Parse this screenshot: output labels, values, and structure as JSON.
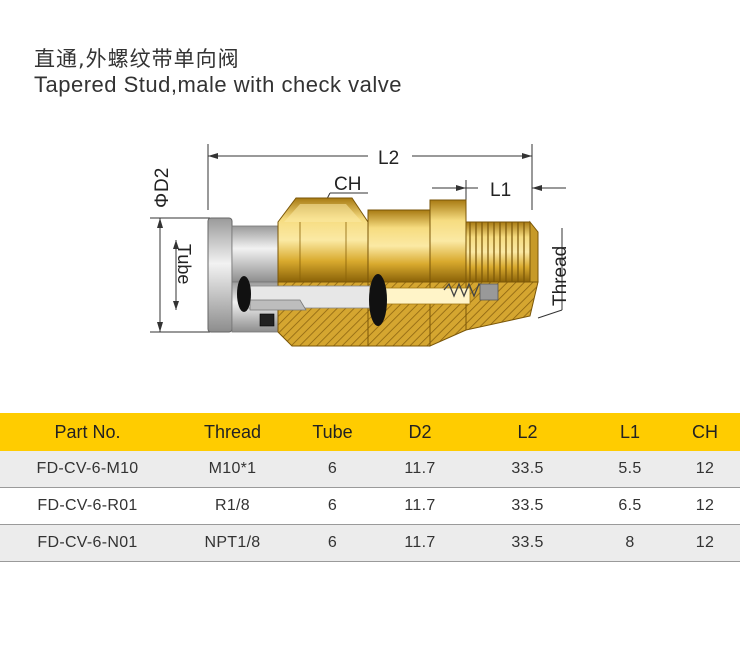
{
  "header": {
    "title_cn": "直通,外螺纹带单向阀",
    "title_en": "Tapered Stud,male with check valve"
  },
  "diagram": {
    "labels": {
      "d2": "D2",
      "diameter_symbol": "Φ",
      "l2": "L2",
      "l1": "L1",
      "ch": "CH",
      "tube": "Tube",
      "thread": "Thread"
    },
    "colors": {
      "brass_light": "#f4d77a",
      "brass_mid": "#d9aa2e",
      "brass_dark": "#9a6f10",
      "steel": "#c9c9c9",
      "oring": "#1a1a1a"
    }
  },
  "table": {
    "columns": [
      "Part No.",
      "Thread",
      "Tube",
      "D2",
      "L2",
      "L1",
      "CH"
    ],
    "rows": [
      [
        "FD-CV-6-M10",
        "M10*1",
        "6",
        "11.7",
        "33.5",
        "5.5",
        "12"
      ],
      [
        "FD-CV-6-R01",
        "R1/8",
        "6",
        "11.7",
        "33.5",
        "6.5",
        "12"
      ],
      [
        "FD-CV-6-N01",
        "NPT1/8",
        "6",
        "11.7",
        "33.5",
        "8",
        "12"
      ]
    ],
    "header_color": "#ffcc00"
  }
}
